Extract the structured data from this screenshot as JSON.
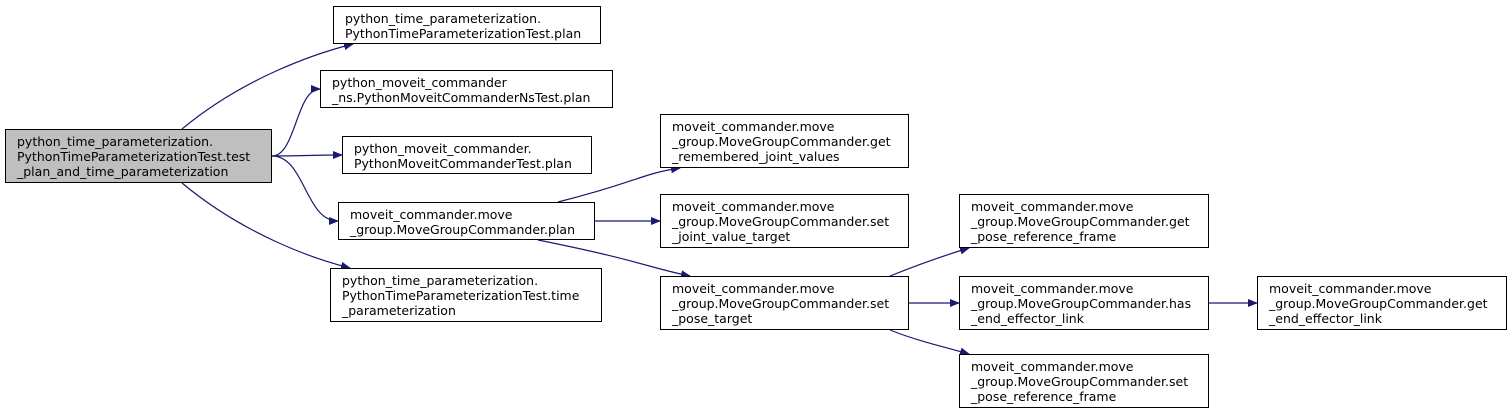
{
  "colors": {
    "edge": "#191970",
    "node_border": "#000000",
    "root_fill": "#bfbfbf",
    "node_fill": "#ffffff"
  },
  "nodes": [
    {
      "id": "root",
      "lines": [
        "python_time_parameterization.",
        "PythonTimeParameterizationTest.test",
        "_plan_and_time_parameterization"
      ]
    },
    {
      "id": "ptp_plan",
      "lines": [
        "python_time_parameterization.",
        "PythonTimeParameterizationTest.plan"
      ]
    },
    {
      "id": "ns_plan",
      "lines": [
        "python_moveit_commander",
        "_ns.PythonMoveitCommanderNsTest.plan"
      ]
    },
    {
      "id": "pmc_plan",
      "lines": [
        "python_moveit_commander.",
        "PythonMoveitCommanderTest.plan"
      ]
    },
    {
      "id": "mgc_plan",
      "lines": [
        "moveit_commander.move",
        "_group.MoveGroupCommander.plan"
      ]
    },
    {
      "id": "ptp_time",
      "lines": [
        "python_time_parameterization.",
        "PythonTimeParameterizationTest.time",
        "_parameterization"
      ]
    },
    {
      "id": "get_remembered",
      "lines": [
        "moveit_commander.move",
        "_group.MoveGroupCommander.get",
        "_remembered_joint_values"
      ]
    },
    {
      "id": "set_joint",
      "lines": [
        "moveit_commander.move",
        "_group.MoveGroupCommander.set",
        "_joint_value_target"
      ]
    },
    {
      "id": "set_pose",
      "lines": [
        "moveit_commander.move",
        "_group.MoveGroupCommander.set",
        "_pose_target"
      ]
    },
    {
      "id": "get_pose_ref",
      "lines": [
        "moveit_commander.move",
        "_group.MoveGroupCommander.get",
        "_pose_reference_frame"
      ]
    },
    {
      "id": "has_ee",
      "lines": [
        "moveit_commander.move",
        "_group.MoveGroupCommander.has",
        "_end_effector_link"
      ]
    },
    {
      "id": "set_pose_ref",
      "lines": [
        "moveit_commander.move",
        "_group.MoveGroupCommander.set",
        "_pose_reference_frame"
      ]
    },
    {
      "id": "get_ee",
      "lines": [
        "moveit_commander.move",
        "_group.MoveGroupCommander.get",
        "_end_effector_link"
      ]
    }
  ],
  "edges": [
    [
      "root",
      "ptp_plan"
    ],
    [
      "root",
      "ns_plan"
    ],
    [
      "root",
      "pmc_plan"
    ],
    [
      "root",
      "mgc_plan"
    ],
    [
      "root",
      "ptp_time"
    ],
    [
      "mgc_plan",
      "get_remembered"
    ],
    [
      "mgc_plan",
      "set_joint"
    ],
    [
      "mgc_plan",
      "set_pose"
    ],
    [
      "set_pose",
      "get_pose_ref"
    ],
    [
      "set_pose",
      "has_ee"
    ],
    [
      "set_pose",
      "set_pose_ref"
    ],
    [
      "has_ee",
      "get_ee"
    ]
  ]
}
